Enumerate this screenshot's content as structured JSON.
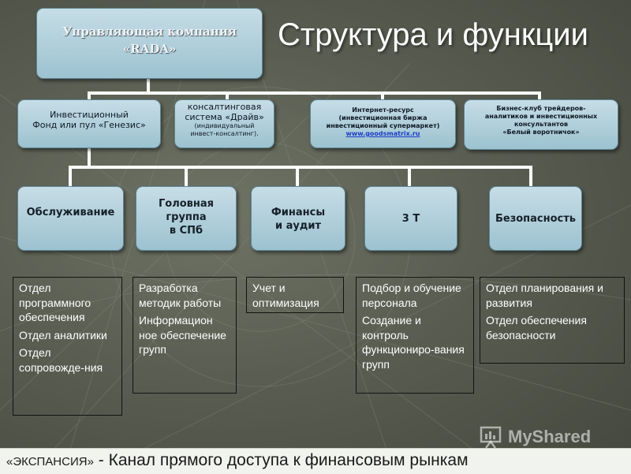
{
  "title": "Структура и функции",
  "top_node": {
    "line1": "Управляющая компания",
    "line2": "«RADA»"
  },
  "level2": [
    {
      "lines": [
        "Инвестиционный",
        "Фонд или пул «Генезис»"
      ]
    },
    {
      "lines": [
        "консалтинговая",
        "система «Драйв»"
      ],
      "small": [
        "(индивидуальный",
        "инвест-консалтинг)."
      ]
    },
    {
      "small": [
        "Интернет-ресурс",
        "(инвестиционная биржа",
        "инвестиционный супермаркет)"
      ],
      "link": "www.goodsmatrix.ru"
    },
    {
      "small": [
        "Бизнес-клуб трейдеров-",
        "аналитиков и инвестиционных",
        "консультантов",
        "«Белый воротничок»"
      ]
    }
  ],
  "level3": [
    {
      "lines": [
        "Обслуживание"
      ]
    },
    {
      "lines": [
        "Головная",
        "группа",
        "в СПб"
      ]
    },
    {
      "lines": [
        "Финансы",
        "и аудит"
      ]
    },
    {
      "lines": [
        "3 Т"
      ]
    },
    {
      "lines": [
        "Безопасность"
      ]
    }
  ],
  "descriptions": [
    {
      "items": [
        "Отдел программного обеспечения",
        "Отдел аналитики",
        "Отдел сопровожде-ния"
      ]
    },
    {
      "items": [
        "Разработка методик работы",
        "Информацион ное обеспечение групп"
      ]
    },
    {
      "items": [
        "Учет и оптимизация"
      ]
    },
    {
      "items": [
        "Подбор и обучение персонала",
        "Создание и контроль функциониро-вания групп"
      ]
    },
    {
      "items": [
        "Отдел планирования и развития",
        "Отдел обеспечения безопасности"
      ]
    }
  ],
  "footer": {
    "brand": "«ЭКСПАНСИЯ»",
    "separator": " - ",
    "text": "Канал прямого доступа к финансовым рынкам"
  },
  "watermark": {
    "text": "MyShared"
  },
  "colors": {
    "node_fill": "#b4d0dc",
    "node_border": "#5f8695",
    "background": "#5a5e52",
    "link": "#1a3cc8"
  }
}
